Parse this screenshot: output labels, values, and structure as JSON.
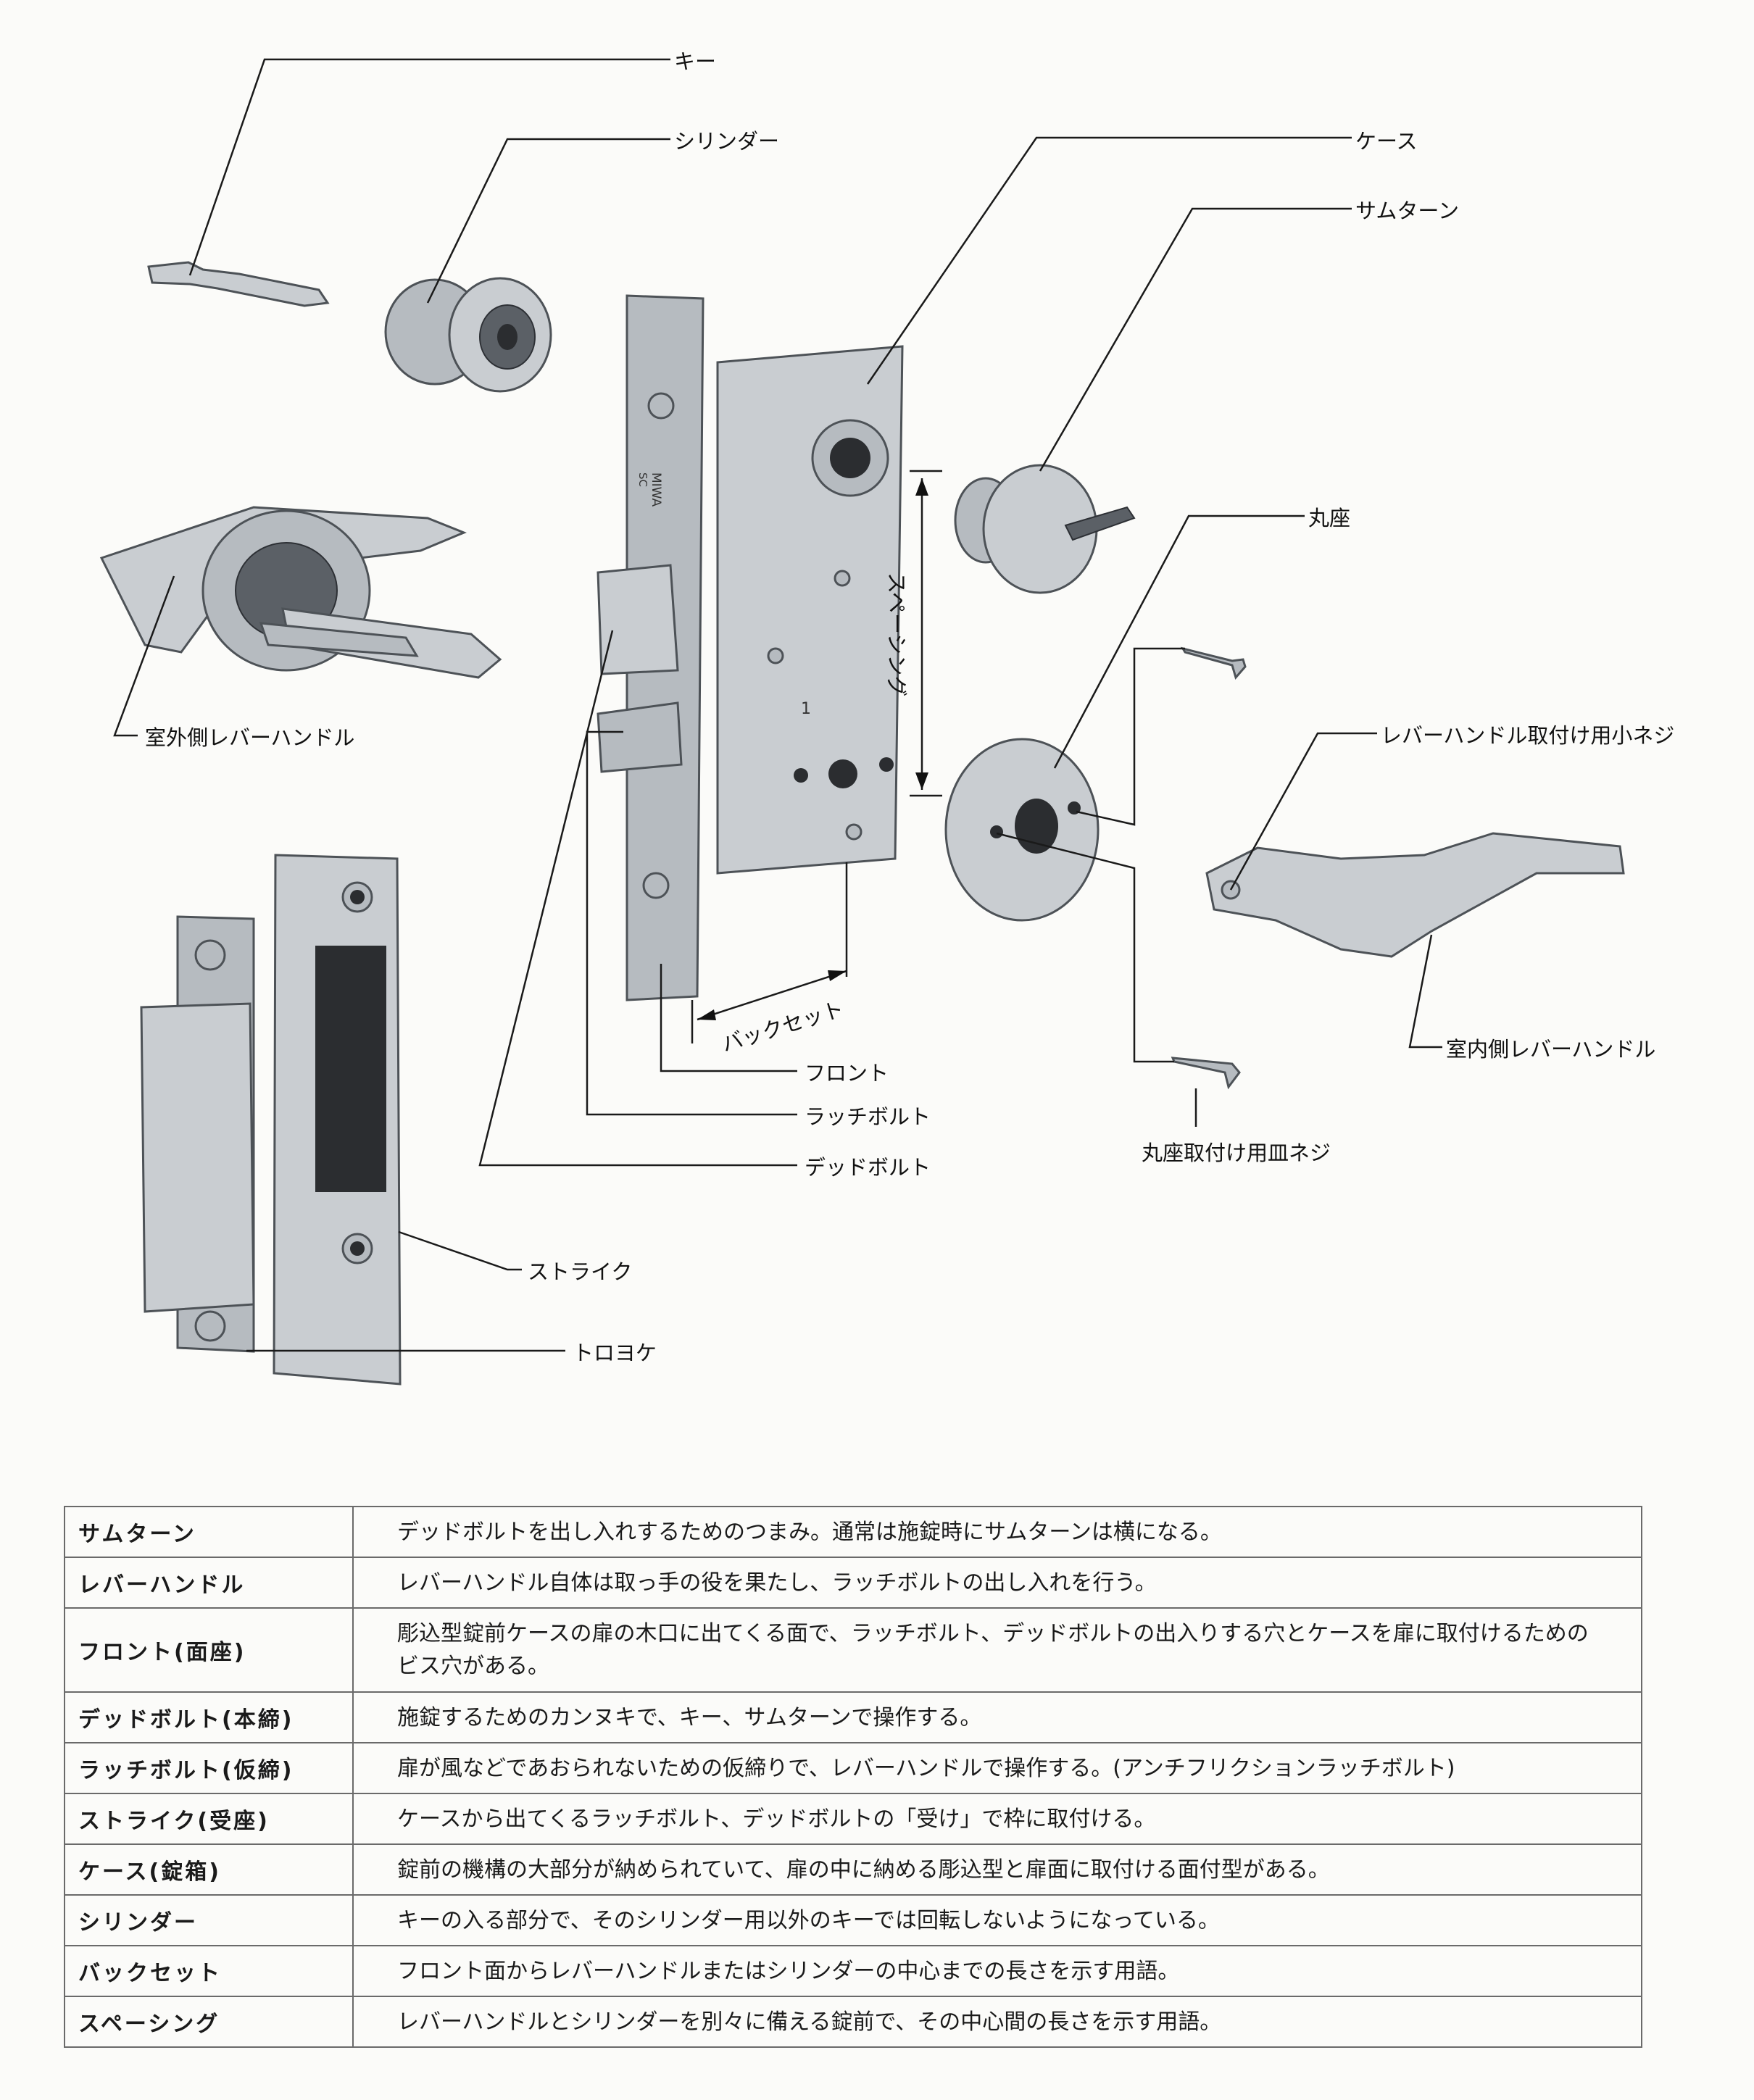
{
  "labels": {
    "key": "キー",
    "cylinder": "シリンダー",
    "case": "ケース",
    "thumbturn": "サムターン",
    "rose": "丸座",
    "outside_lever": "室外側レバーハンドル",
    "lever_screw": "レバーハンドル取付け用小ネジ",
    "inside_lever": "室内側レバーハンドル",
    "rose_screw": "丸座取付け用皿ネジ",
    "front": "フロント",
    "latchbolt": "ラッチボルト",
    "deadbolt": "デッドボルト",
    "strike": "ストライク",
    "trokeke": "トロヨケ",
    "spacing": "スペーシング",
    "backset": "バックセット",
    "brand": "MIWA",
    "brand_sub": "SC",
    "case_mark": "1"
  },
  "glossary": [
    {
      "term": "サムターン",
      "desc": "デッドボルトを出し入れするためのつまみ。通常は施錠時にサムターンは横になる。"
    },
    {
      "term": "レバーハンドル",
      "desc": "レバーハンドル自体は取っ手の役を果たし、ラッチボルトの出し入れを行う。"
    },
    {
      "term": "フロント(面座)",
      "desc": "彫込型錠前ケースの扉の木口に出てくる面で、ラッチボルト、デッドボルトの出入りする穴とケースを扉に取付けるためのビス穴がある。"
    },
    {
      "term": "デッドボルト(本締)",
      "desc": "施錠するためのカンヌキで、キー、サムターンで操作する。"
    },
    {
      "term": "ラッチボルト(仮締)",
      "desc": "扉が風などであおられないための仮締りで、レバーハンドルで操作する。(アンチフリクションラッチボルト)"
    },
    {
      "term": "ストライク(受座)",
      "desc": "ケースから出てくるラッチボルト、デッドボルトの「受け」で枠に取付ける。"
    },
    {
      "term": "ケース(錠箱)",
      "desc": "錠前の機構の大部分が納められていて、扉の中に納める彫込型と扉面に取付ける面付型がある。"
    },
    {
      "term": "シリンダー",
      "desc": "キーの入る部分で、そのシリンダー用以外のキーでは回転しないようになっている。"
    },
    {
      "term": "バックセット",
      "desc": "フロント面からレバーハンドルまたはシリンダーの中心までの長さを示す用語。"
    },
    {
      "term": "スペーシング",
      "desc": "レバーハンドルとシリンダーを別々に備える錠前で、その中心間の長さを示す用語。"
    }
  ]
}
